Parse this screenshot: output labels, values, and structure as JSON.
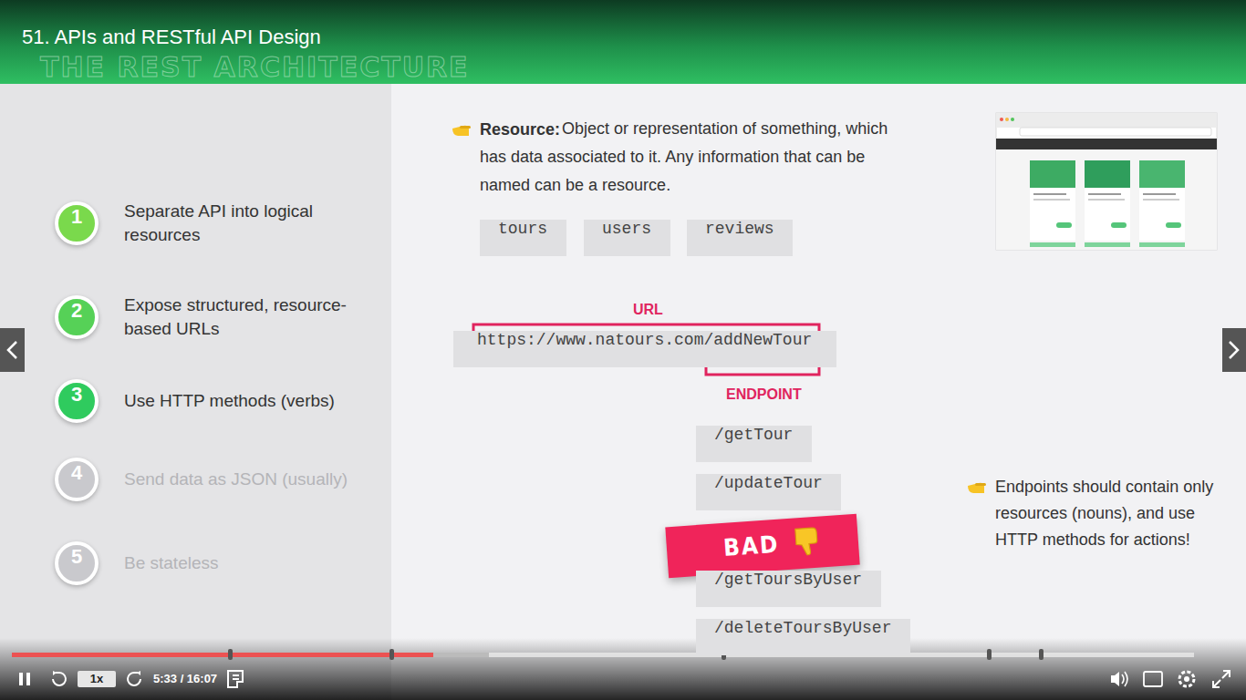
{
  "diagram": {
    "title": "51. APIs and RESTful API Design",
    "nodes": [
      {
        "text": [
          "1",
          "Separate API into logical resources"
        ]
      },
      {
        "text": [
          "2",
          "Expose structured, resource-based URLs"
        ]
      },
      {
        "text": [
          "3",
          "Use HTTP methods (verbs)"
        ]
      },
      {
        "text": [
          "4",
          "Send data as JSON (usually)"
        ]
      },
      {
        "text": [
          "5",
          "Be stateless"
        ]
      },
      {
        "text": [
          "tours"
        ]
      },
      {
        "text": [
          "users"
        ]
      },
      {
        "text": [
          "reviews"
        ]
      },
      {
        "text": [
          "https://www.natours.com/addNewTour"
        ]
      },
      {
        "text": [
          "/getTour"
        ]
      },
      {
        "text": [
          "/updateTour"
        ]
      },
      {
        "text": [
          "BAD"
        ]
      },
      {
        "text": [
          "/getToursByUser"
        ]
      },
      {
        "text": [
          "/deleteToursByUser"
        ]
      }
    ],
    "labels": [
      "THE REST ARCHITECTURE",
      "Resource:",
      "Object or representation of something, which has data associated to it. Any information that can be named can be a resource.",
      "URL",
      "ENDPOINT",
      "Endpoints should contain only resources (nouns), and use HTTP methods for actions!",
      "1x",
      "5:33 / 16:07"
    ]
  }
}
